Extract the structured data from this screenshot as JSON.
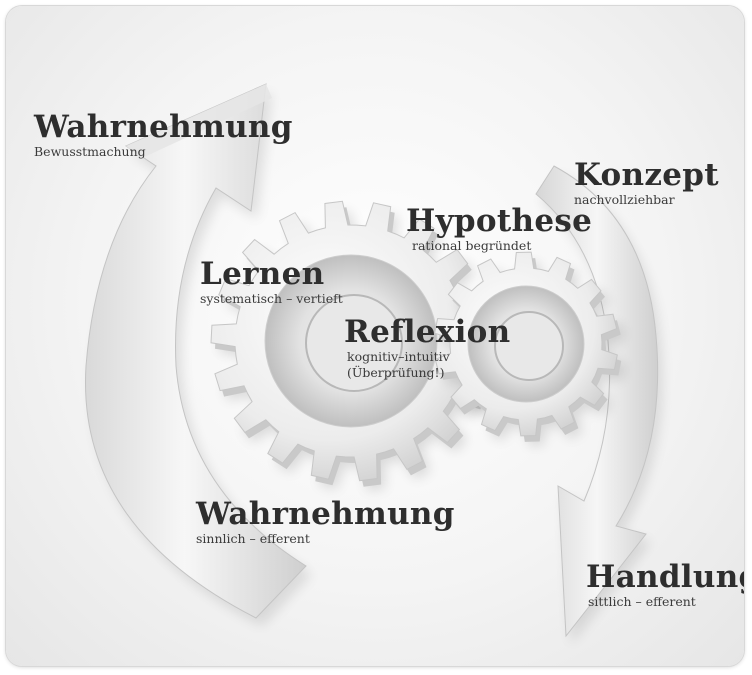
{
  "labels": {
    "wahrnehmung_top": {
      "title": "Wahrnehmung",
      "subtitle": "Bewusstmachung"
    },
    "konzept": {
      "title": "Konzept",
      "subtitle": "nachvollziehbar"
    },
    "hypothese": {
      "title": "Hypothese",
      "subtitle": "rational begründet"
    },
    "lernen": {
      "title": "Lernen",
      "subtitle": "systematisch – vertieft"
    },
    "reflexion": {
      "title": "Reflexion",
      "subtitle": "kognitiv–intuitiv",
      "subtitle2": "(Überprüfung!)"
    },
    "wahrnehmung_bottom": {
      "title": "Wahrnehmung",
      "subtitle": "sinnlich – efferent"
    },
    "handlung": {
      "title": "Handlung",
      "subtitle": "sittlich – efferent"
    }
  },
  "icons": [
    "curved-up-arrow-icon",
    "curved-down-arrow-icon",
    "large-gear-icon",
    "small-gear-icon"
  ],
  "colors": {
    "text": "#2e2e2e",
    "shape_light": "#f2f2f2",
    "shape_shadow": "#bdbdbd"
  }
}
